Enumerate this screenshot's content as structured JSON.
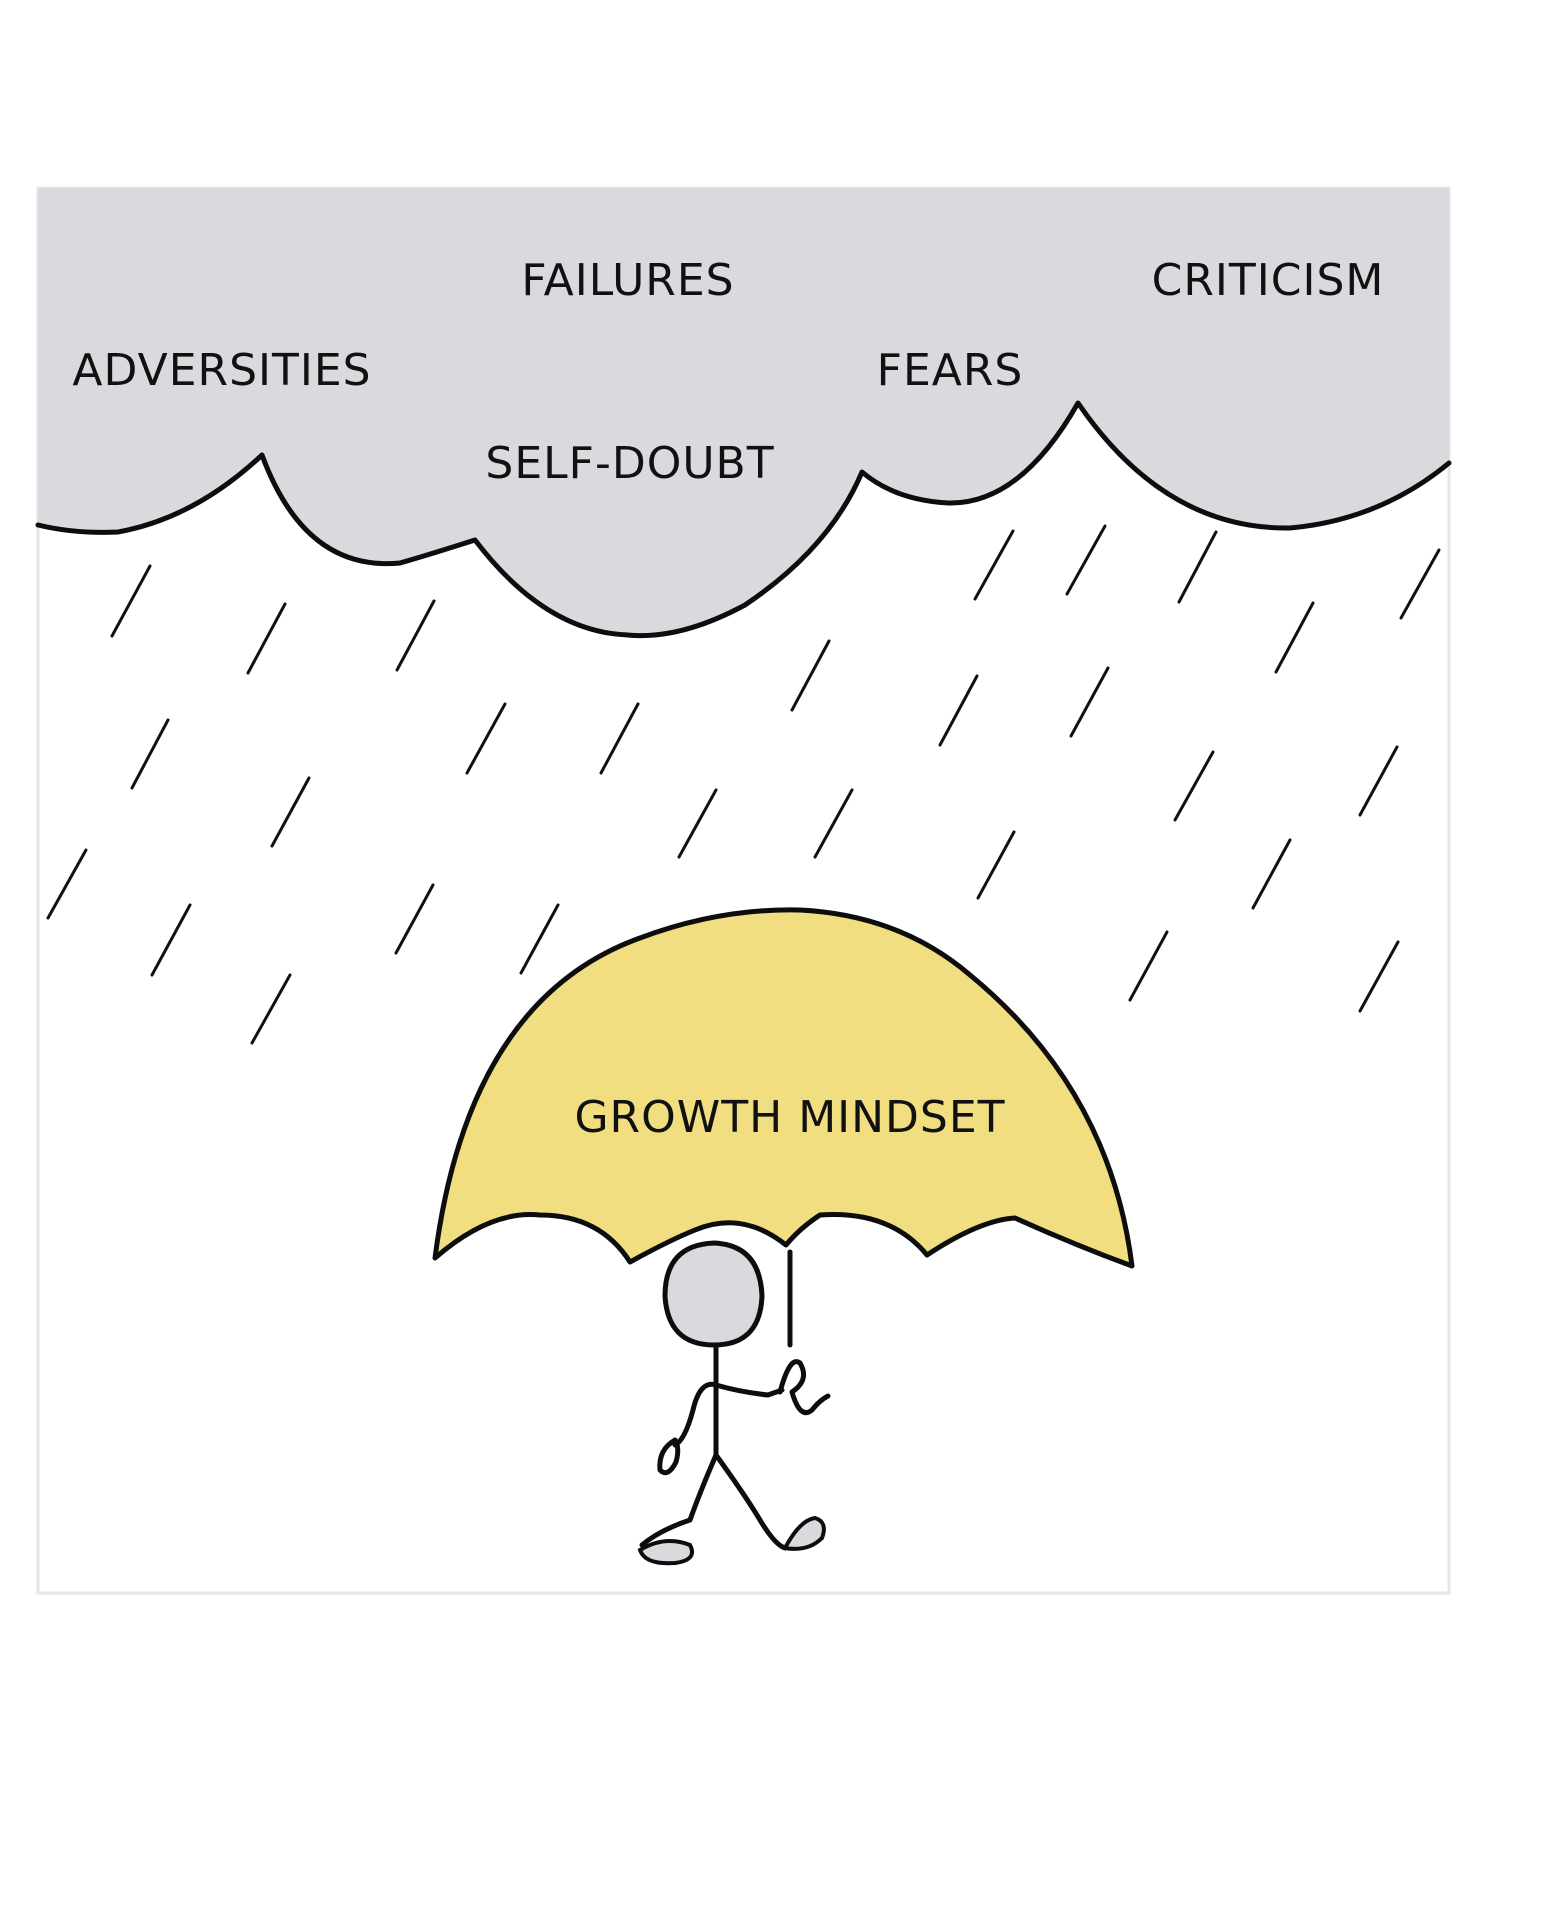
{
  "cloud_labels": {
    "failures": "FAILURES",
    "criticism": "CRITICISM",
    "adversities": "ADVERSITIES",
    "fears": "FEARS",
    "self_doubt": "SELF-DOUBT"
  },
  "umbrella_label": "GROWTH MINDSET",
  "colors": {
    "cloud": "#d8dadd",
    "umbrella": "#f0de80",
    "head": "#d8dadd",
    "ink": "#0d0d0d",
    "panel_border": "#e6e6e6"
  }
}
